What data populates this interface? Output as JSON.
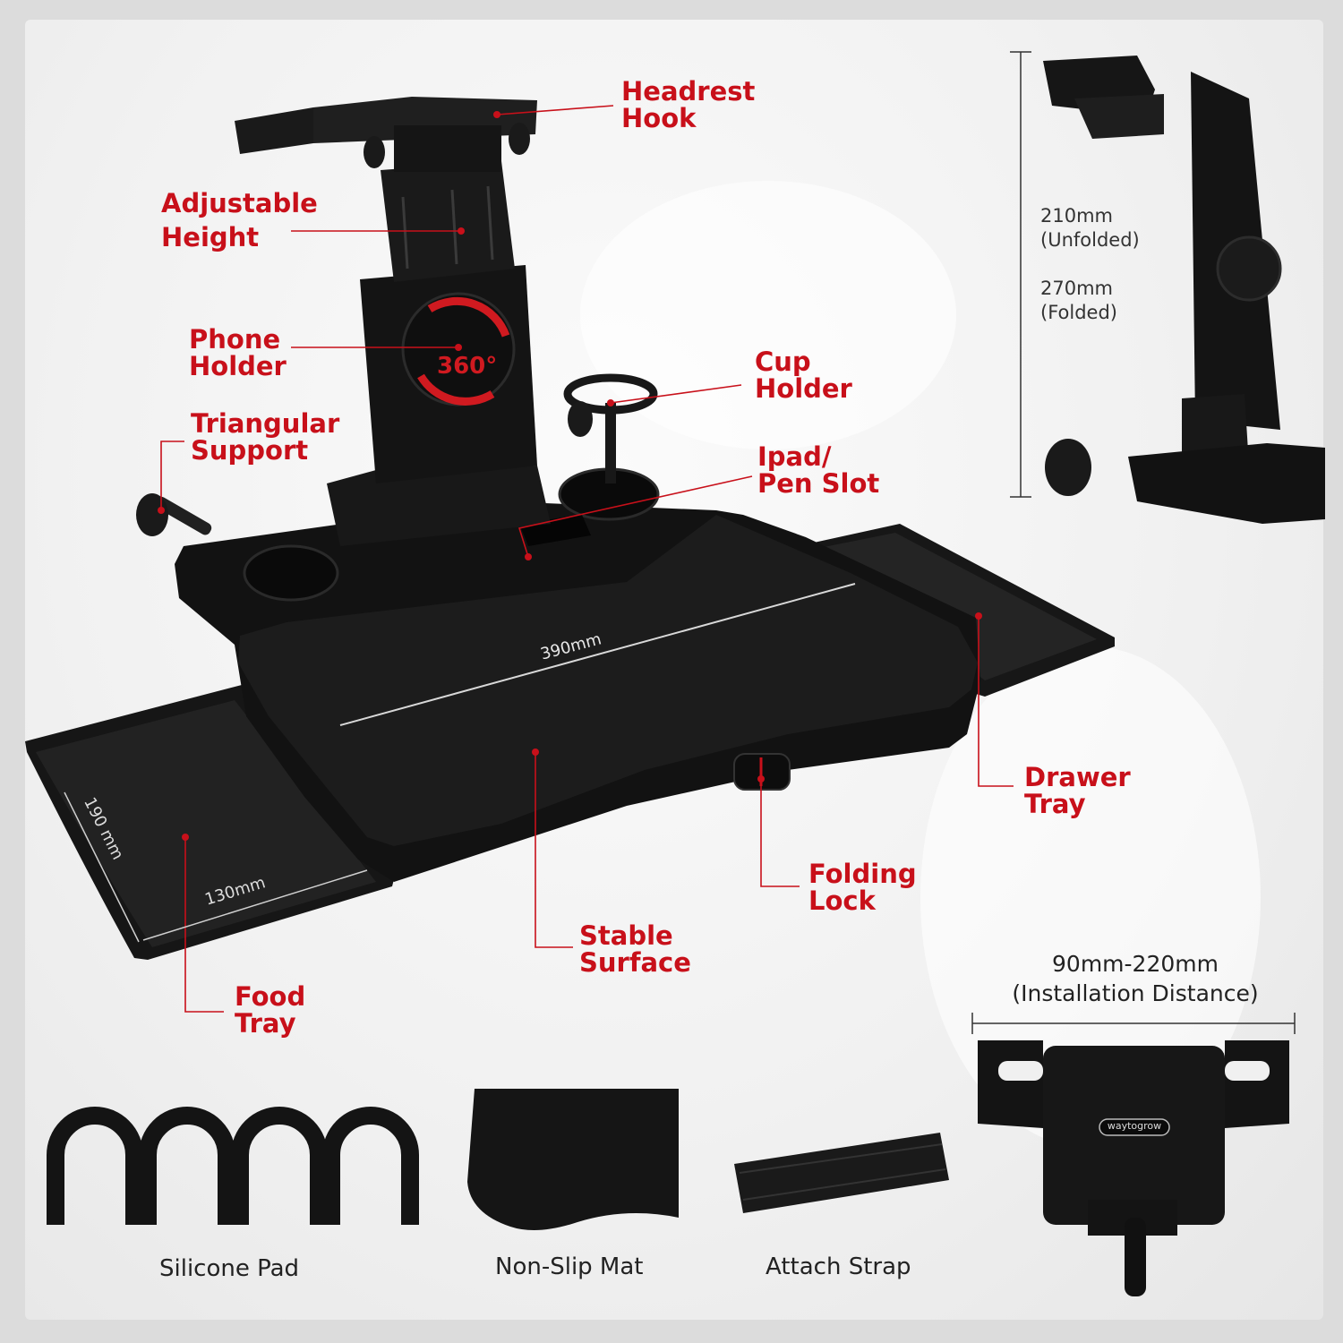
{
  "labels": {
    "headrest_hook": [
      "Headrest",
      "Hook"
    ],
    "adjustable_height": [
      "Adjustable",
      "Height"
    ],
    "phone_holder": [
      "Phone",
      "Holder"
    ],
    "triangular_support": [
      "Triangular",
      "Support"
    ],
    "cup_holder": [
      "Cup",
      "Holder"
    ],
    "ipad_pen_slot": [
      "Ipad/",
      "Pen Slot"
    ],
    "drawer_tray": [
      "Drawer",
      "Tray"
    ],
    "folding_lock": [
      "Folding",
      "Lock"
    ],
    "stable_surface": [
      "Stable",
      "Surface"
    ],
    "food_tray": [
      "Food",
      "Tray"
    ]
  },
  "rotation_badge": "360°",
  "dimensions": {
    "tray_width": "390mm",
    "food_tray_depth": "190 mm",
    "food_tray_width": "130mm",
    "height_unfolded": [
      "210mm",
      "(Unfolded)"
    ],
    "height_folded": [
      "270mm",
      "(Folded)"
    ],
    "installation": [
      "90mm-220mm",
      "(Installation Distance)"
    ]
  },
  "brand": "waytogrow",
  "accessories": [
    "Silicone Pad",
    "Non-Slip Mat",
    "Attach Strap"
  ],
  "colors": {
    "label_red": "#c8101a",
    "product_black": "#141414",
    "accent_red": "#d01a20"
  }
}
